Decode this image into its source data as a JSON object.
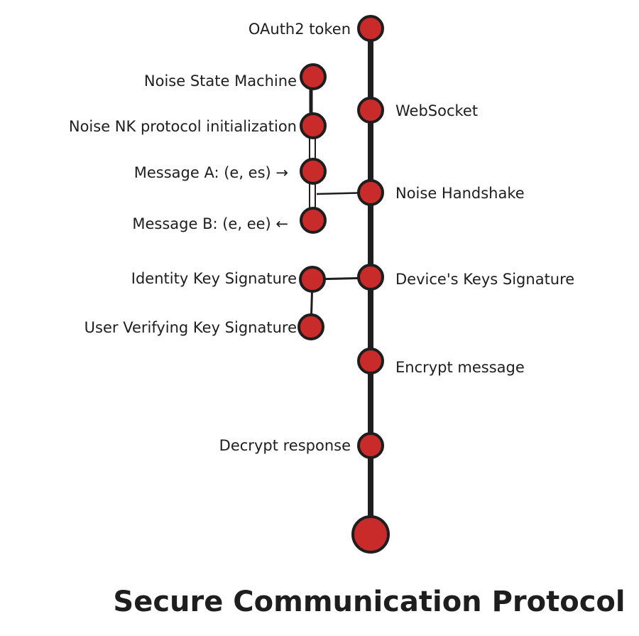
{
  "title": "Secure Communication Protocol",
  "colors": {
    "node": "#c92a2a",
    "stroke": "#1e1e1e"
  },
  "main_steps": [
    "OAuth2 token",
    "WebSocket",
    "Noise Handshake",
    "Device's Keys Signature",
    "Encrypt message",
    "Decrypt response"
  ],
  "handshake_branch": [
    "Noise State Machine",
    "Noise NK protocol initialization",
    "Message A: (e, es) →",
    "Message B: (e, ee) ←"
  ],
  "signature_branch": [
    "Identity Key Signature",
    "User Verifying Key Signature"
  ]
}
